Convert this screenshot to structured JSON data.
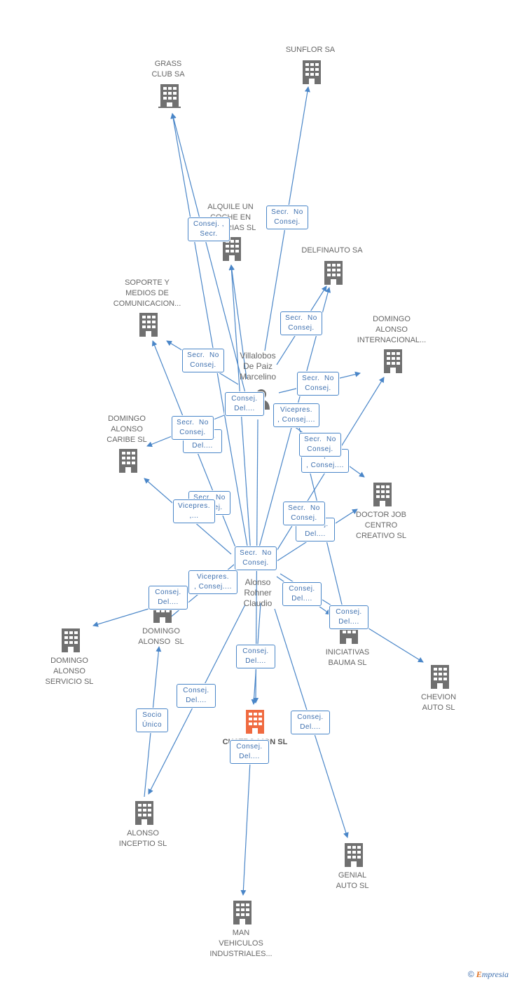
{
  "colors": {
    "edge": "#4a86c8",
    "building": "#707070",
    "main_building": "#f06a40",
    "person": "#707070"
  },
  "companies": [
    {
      "id": "grass",
      "label": "GRASS\nCLUB SA"
    },
    {
      "id": "sunflor",
      "label": "SUNFLOR SA"
    },
    {
      "id": "alquile",
      "label": "ALQUILE UN\nCOCHE EN\nCANARIAS SL"
    },
    {
      "id": "delfinauto",
      "label": "DELFINAUTO SA"
    },
    {
      "id": "soporte",
      "label": "SOPORTE Y\nMEDIOS DE\nCOMUNICACION..."
    },
    {
      "id": "domint",
      "label": "DOMINGO\nALONSO\nINTERNACIONAL..."
    },
    {
      "id": "domcaribe",
      "label": "DOMINGO\nALONSO\nCARIBE SL"
    },
    {
      "id": "doctorjob",
      "label": "DOCTOR JOB\nCENTRO\nCREATIVO SL"
    },
    {
      "id": "domalonso",
      "label": "DOMINGO\nALONSO  SL"
    },
    {
      "id": "domservicio",
      "label": "DOMINGO\nALONSO\nSERVICIO SL"
    },
    {
      "id": "iniciativas",
      "label": "INICIATIVAS\nBAUMA SL"
    },
    {
      "id": "chevion",
      "label": "CHEVION\nAUTO SL"
    },
    {
      "id": "main",
      "label": "CUATRO LION SL"
    },
    {
      "id": "alonsoinceptio",
      "label": "ALONSO\nINCEPTIO SL"
    },
    {
      "id": "genial",
      "label": "GENIAL\nAUTO SL"
    },
    {
      "id": "man",
      "label": "MAN\nVEHICULOS\nINDUSTRIALES..."
    }
  ],
  "people": [
    {
      "id": "villalobos",
      "label": "Villalobos\nDe Paiz\nMarcelino"
    },
    {
      "id": "alonso",
      "label": "Alonso\nRohner\nClaudio"
    }
  ],
  "relations": [
    "Consej. ,\nSecr.",
    "Secr.  No\nConsej.",
    "Secr.  No\nConsej.",
    "Secr.  No\nConsej.",
    "Secr.  No\nConsej.",
    "Consej.\nDel....",
    "Vicepres.\n, Consej....",
    "Secr.  No\nConsej.",
    "Consej.\nDel....",
    "Secr.  No\nConsej.",
    "Vicepres.\n, Consej....",
    "Secr.  No\nConsej.",
    "Vicepres.\n,...",
    "Secr.  No\nConsej.",
    "Consej.\nDel....",
    "Secr.  No\nConsej.",
    "Vicepres.\n, Consej....",
    "Consej.\nDel....",
    "Consej.\nDel....",
    "Consej.\nDel....",
    "Consej.\nDel....",
    "Consej.\nDel....",
    "Socio\nÚnico",
    "Consej.\nDel....",
    "Consej.\nDel...."
  ],
  "footer": {
    "copyright": "©",
    "brand_e": "E",
    "brand_rest": "mpresia"
  }
}
